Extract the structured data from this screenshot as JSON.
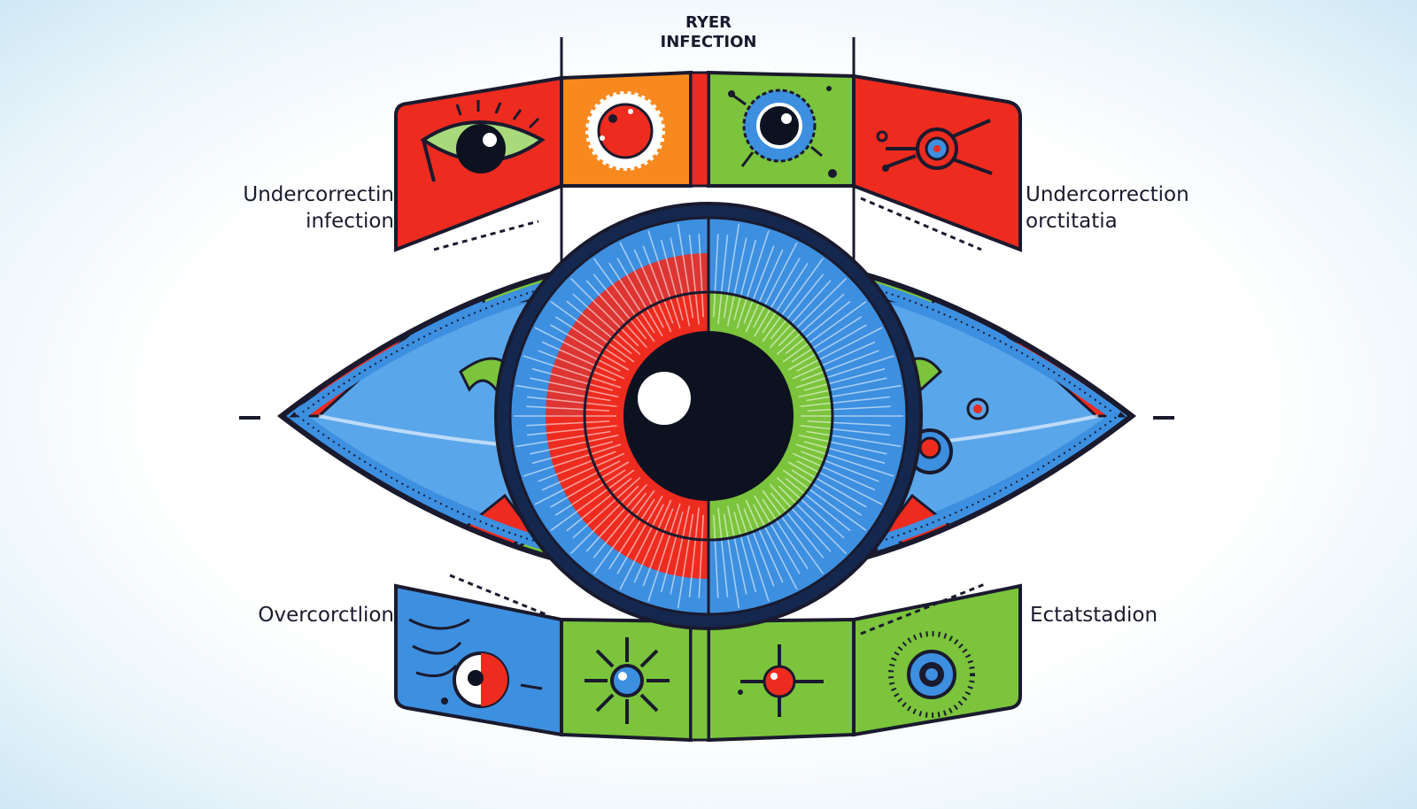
{
  "labels": {
    "top": [
      "RYER",
      "INFECTION"
    ],
    "upper_left": [
      "Undercorrectin",
      "infection"
    ],
    "upper_right": [
      "Undercorrection",
      "orctitatia"
    ],
    "lower_left": [
      "Overcorctlion"
    ],
    "lower_right": [
      "Ectatstadion"
    ]
  },
  "colors": {
    "red": "#ee2b1f",
    "orange": "#f7891f",
    "green": "#7bc43c",
    "blue": "#3d8fe0",
    "navy": "#14284f",
    "outline": "#1a1a2e",
    "pupil": "#0d1221"
  },
  "panels": {
    "top": [
      {
        "color": "red",
        "icon": "open-eye-icon"
      },
      {
        "color": "orange",
        "icon": "spiky-red-cell-icon"
      },
      {
        "color": "green",
        "icon": "inflamed-iris-icon"
      },
      {
        "color": "red",
        "icon": "target-cross-icon"
      }
    ],
    "bottom": [
      {
        "color": "blue",
        "icon": "split-eye-icon"
      },
      {
        "color": "green",
        "icon": "virus-icon"
      },
      {
        "color": "green",
        "icon": "red-dot-crosshair-icon"
      },
      {
        "color": "green",
        "icon": "sunburst-target-icon"
      }
    ]
  }
}
